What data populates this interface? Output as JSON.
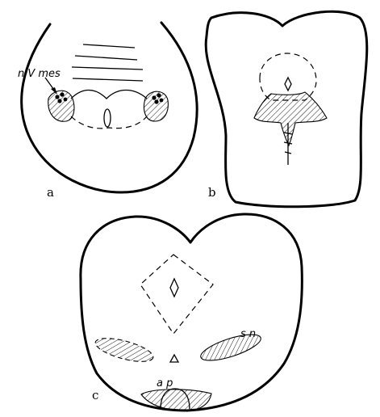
{
  "panels": [
    {
      "id": "a",
      "label": "a",
      "annotations": [
        "n V mes"
      ]
    },
    {
      "id": "b",
      "label": "b",
      "annotations": []
    },
    {
      "id": "c",
      "label": "c",
      "annotations": [
        "s n",
        "a p"
      ]
    }
  ],
  "colors": {
    "ink": "#000000",
    "background": "#ffffff"
  }
}
